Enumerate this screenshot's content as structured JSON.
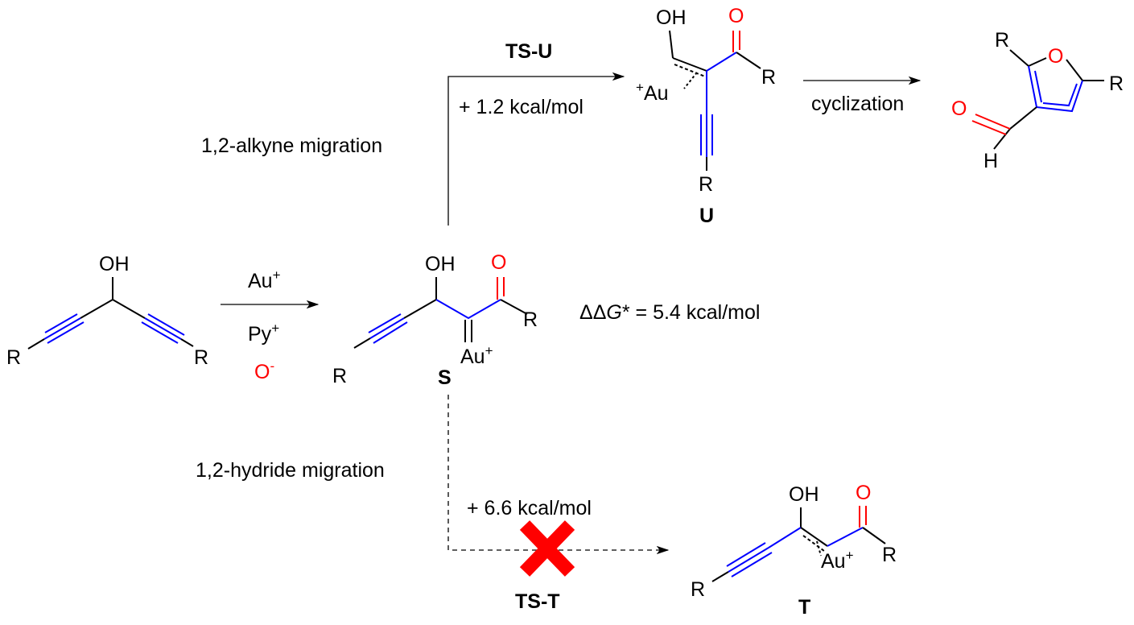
{
  "colors": {
    "highlight_bond": "#0000ff",
    "oxygen": "#ff0000",
    "blocked": "#ff0000"
  },
  "starting_material": {
    "oh": "OH",
    "r_left": "R",
    "r_right": "R"
  },
  "reagents": {
    "au": "Au",
    "au_charge": "+",
    "py": "Py",
    "py_charge": "+",
    "o": "O",
    "o_charge": "-"
  },
  "intermediate_s": {
    "oh": "OH",
    "o": "O",
    "r_left": "R",
    "r_right": "R",
    "au": "Au",
    "au_charge": "+",
    "label": "S"
  },
  "ddg": {
    "prefix": "ΔΔ",
    "g": "G",
    "suffix": "* = 5.4 kcal/mol"
  },
  "upper_path": {
    "ts_label": "TS-U",
    "energy": "+ 1.2 kcal/mol",
    "migration": "1,2-alkyne migration"
  },
  "intermediate_u": {
    "oh": "OH",
    "o": "O",
    "r_carbonyl": "R",
    "r_alkyne": "R",
    "au_charge": "+",
    "au": "Au",
    "label": "U"
  },
  "cyclization": {
    "label": "cyclization"
  },
  "furan": {
    "r_left": "R",
    "o_ring": "O",
    "r_right": "R",
    "o_aldehyde": "O",
    "h": "H"
  },
  "lower_path": {
    "migration": "1,2-hydride migration",
    "energy": "+ 6.6 kcal/mol",
    "ts_label": "TS-T"
  },
  "product_t": {
    "oh": "OH",
    "o": "O",
    "r_right": "R",
    "r_left": "R",
    "au": "Au",
    "au_charge": "+",
    "label": "T"
  }
}
